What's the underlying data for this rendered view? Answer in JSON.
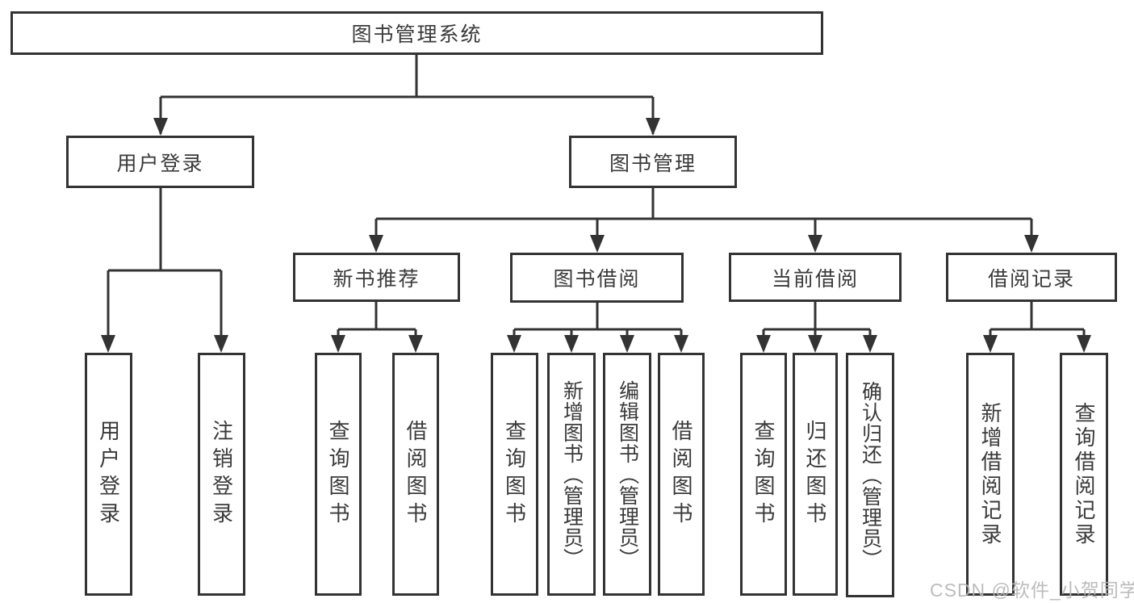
{
  "diagram": {
    "root": {
      "id": "library-management-system",
      "label": "图书管理系统"
    },
    "level2": [
      {
        "id": "user-login",
        "label": "用户登录"
      },
      {
        "id": "book-management",
        "label": "图书管理"
      }
    ],
    "level3": [
      {
        "id": "new-book-recommendation",
        "label": "新书推荐",
        "parent": "book-management"
      },
      {
        "id": "book-borrowing",
        "label": "图书借阅",
        "parent": "book-management"
      },
      {
        "id": "current-borrowing",
        "label": "当前借阅",
        "parent": "book-management"
      },
      {
        "id": "borrowing-records",
        "label": "借阅记录",
        "parent": "book-management"
      }
    ],
    "leaves": [
      {
        "id": "user-login-leaf",
        "label": "用户登录",
        "parent": "user-login"
      },
      {
        "id": "logout",
        "label": "注销登录",
        "parent": "user-login"
      },
      {
        "id": "query-books-1",
        "label": "查询图书",
        "parent": "new-book-recommendation"
      },
      {
        "id": "borrow-books-1",
        "label": "借阅图书",
        "parent": "new-book-recommendation"
      },
      {
        "id": "query-books-2",
        "label": "查询图书",
        "parent": "book-borrowing"
      },
      {
        "id": "add-books-admin",
        "label": "新增图书（管理员）",
        "parent": "book-borrowing"
      },
      {
        "id": "edit-books-admin",
        "label": "编辑图书（管理员）",
        "parent": "book-borrowing"
      },
      {
        "id": "borrow-books-2",
        "label": "借阅图书",
        "parent": "book-borrowing"
      },
      {
        "id": "query-books-3",
        "label": "查询图书",
        "parent": "current-borrowing"
      },
      {
        "id": "return-books",
        "label": "归还图书",
        "parent": "current-borrowing"
      },
      {
        "id": "confirm-return-admin",
        "label": "确认归还（管理员）",
        "parent": "current-borrowing"
      },
      {
        "id": "add-borrow-record",
        "label": "新增借阅记录",
        "parent": "borrowing-records"
      },
      {
        "id": "query-borrow-record",
        "label": "查询借阅记录",
        "parent": "borrowing-records"
      }
    ]
  },
  "watermark": {
    "text": "CSDN @软件_小贺同学"
  },
  "colors": {
    "background": "#ffffff",
    "line": "#333333",
    "border": "#333333",
    "text": "#3a3a3a",
    "watermark": "#b6b6b6"
  }
}
